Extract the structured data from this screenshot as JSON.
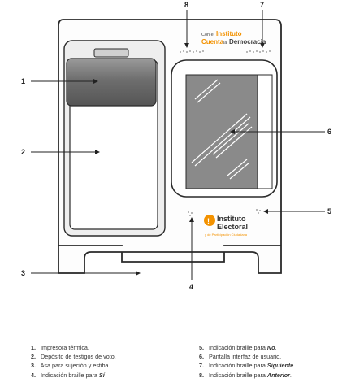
{
  "callouts": {
    "c1": "1",
    "c2": "2",
    "c3": "3",
    "c4": "4",
    "c5": "5",
    "c6": "6",
    "c7": "7",
    "c8": "8"
  },
  "logo_top": {
    "line1_prefix": "Con el",
    "line1_bold": "Instituto",
    "line2_bold": "Cuenta",
    "line2_mid": "la",
    "line2_end": "Democracia"
  },
  "logo_bottom": {
    "line1": "Instituto",
    "line2": "Electoral",
    "line3": "y de Participación Ciudadana"
  },
  "legend": {
    "left": [
      {
        "num": "1.",
        "text": "Impresora térmica.",
        "em": ""
      },
      {
        "num": "2.",
        "text": "Depósito de testigos de voto.",
        "em": ""
      },
      {
        "num": "3.",
        "text": "Asa para sujeción y estiba.",
        "em": ""
      },
      {
        "num": "4.",
        "text": "Indicación braille para ",
        "em": "Sí"
      }
    ],
    "right": [
      {
        "num": "5.",
        "text": "Indicación braille para ",
        "em": "No",
        "tail": "."
      },
      {
        "num": "6.",
        "text": "Pantalla interfaz de usuario.",
        "em": "",
        "tail": ""
      },
      {
        "num": "7.",
        "text": "Indicación braille para ",
        "em": "Siguiente",
        "tail": "."
      },
      {
        "num": "8.",
        "text": "Indicación braille para ",
        "em": "Anterior",
        "tail": "."
      }
    ]
  },
  "colors": {
    "outline": "#2a2a2a",
    "printer_dark": "#7d7d7d",
    "screen_bg": "#8a8a8a",
    "orange": "#f39200"
  }
}
